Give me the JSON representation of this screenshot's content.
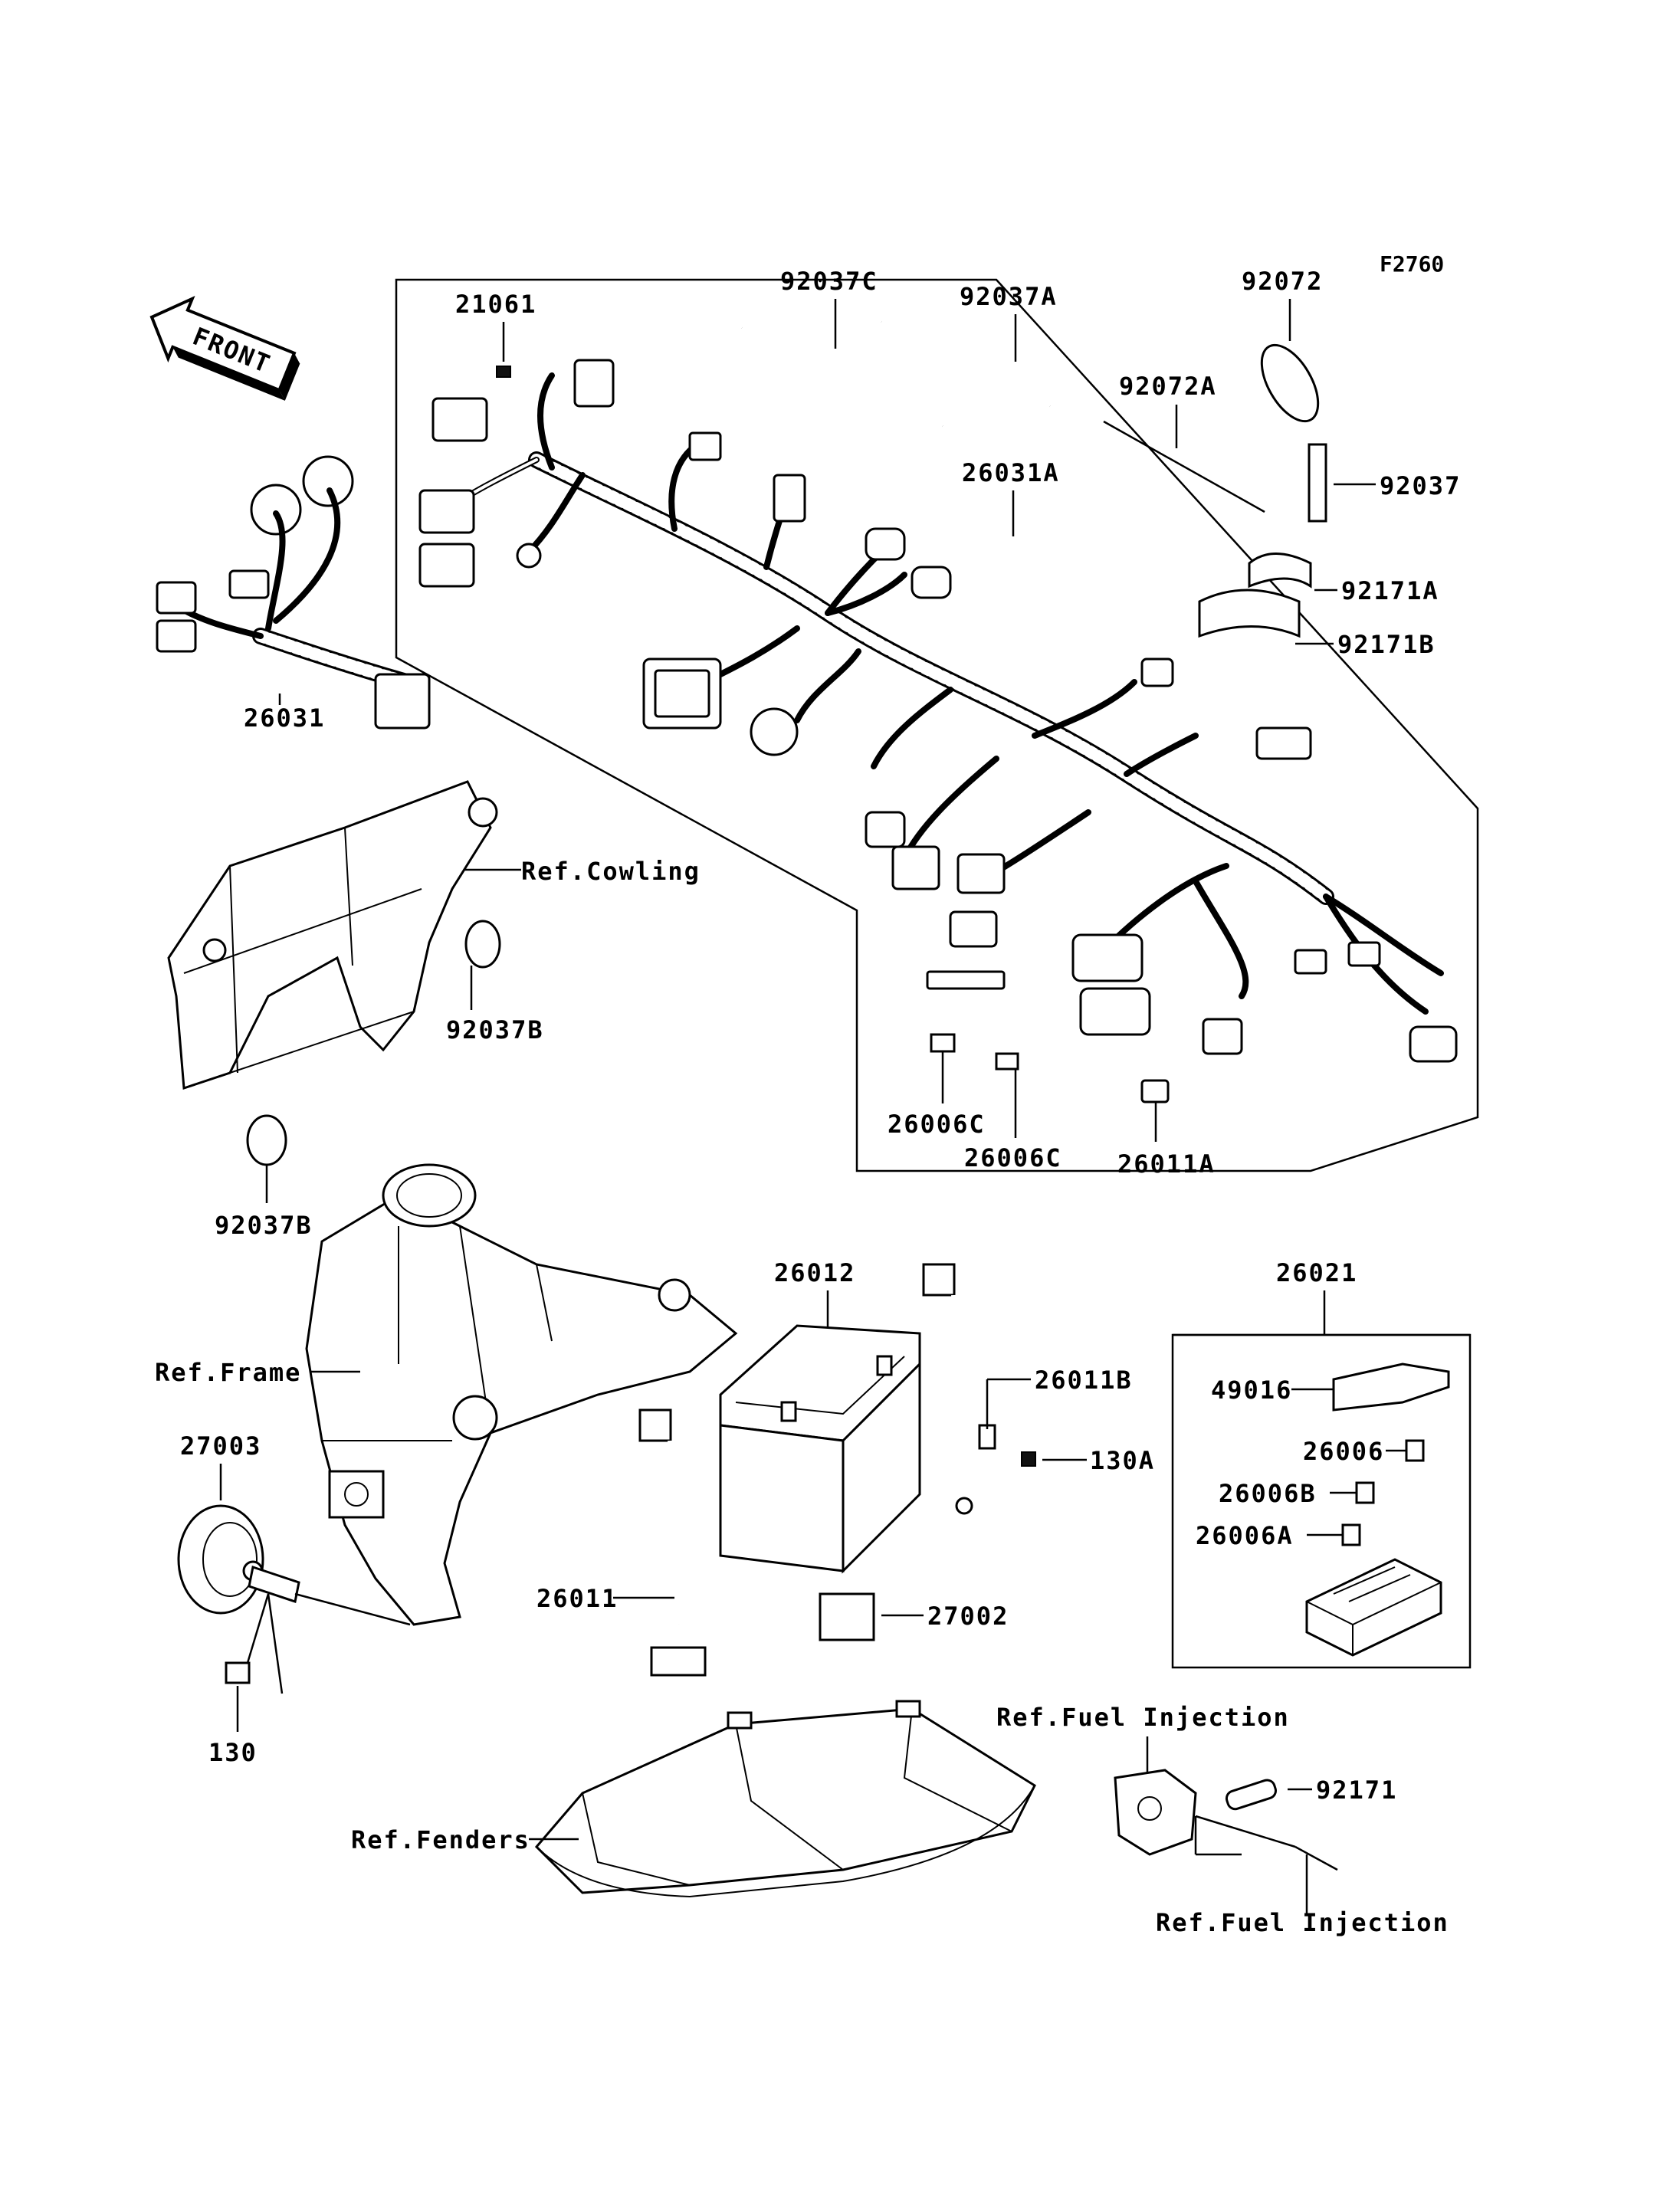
{
  "figure_code": "F2760",
  "front_label": "FRONT",
  "parts": {
    "p21061": "21061",
    "p92037C": "92037C",
    "p92037A": "92037A",
    "p92072": "92072",
    "p92072A": "92072A",
    "p26031A": "26031A",
    "p92037": "92037",
    "p92171A": "92171A",
    "p92171B": "92171B",
    "p26031": "26031",
    "p92037B_1": "92037B",
    "p92037B_2": "92037B",
    "p26006C_1": "26006C",
    "p26006C_2": "26006C",
    "p26011A": "26011A",
    "p26012": "26012",
    "p26021": "26021",
    "p26011B": "26011B",
    "p49016": "49016",
    "p130A": "130A",
    "p26006": "26006",
    "p26006B": "26006B",
    "p26006A": "26006A",
    "p27003": "27003",
    "p26011": "26011",
    "p27002": "27002",
    "p130": "130",
    "p92171": "92171"
  },
  "refs": {
    "cowling": "Ref.Cowling",
    "frame": "Ref.Frame",
    "fenders": "Ref.Fenders",
    "fuel_injection_1": "Ref.Fuel Injection",
    "fuel_injection_2": "Ref.Fuel Injection"
  }
}
